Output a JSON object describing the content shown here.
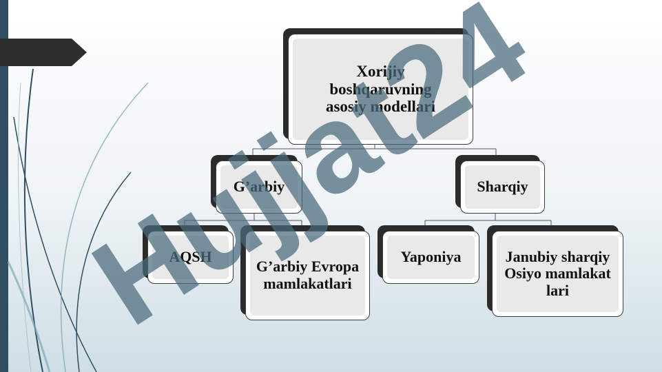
{
  "diagram": {
    "root": {
      "label": "Xorijiy boshqaruvning asosiy modellari"
    },
    "branches": [
      {
        "label": "G’arbiy",
        "children": [
          {
            "label": "AQSH"
          },
          {
            "label": "G’arbiy Evropa mamlakatlari"
          }
        ]
      },
      {
        "label": "Sharqiy",
        "children": [
          {
            "label": "Yaponiya"
          },
          {
            "label": "Janubiy sharqiy Osiyo mamlakatlari"
          }
        ]
      }
    ]
  },
  "watermark": {
    "text": "Hujjat24"
  },
  "colors": {
    "accent_bar": "#2f4e62",
    "arrow_tab": "#2d2d2d",
    "node_shadow": "#2b2b2b",
    "node_fill": "#e9e9e9"
  }
}
